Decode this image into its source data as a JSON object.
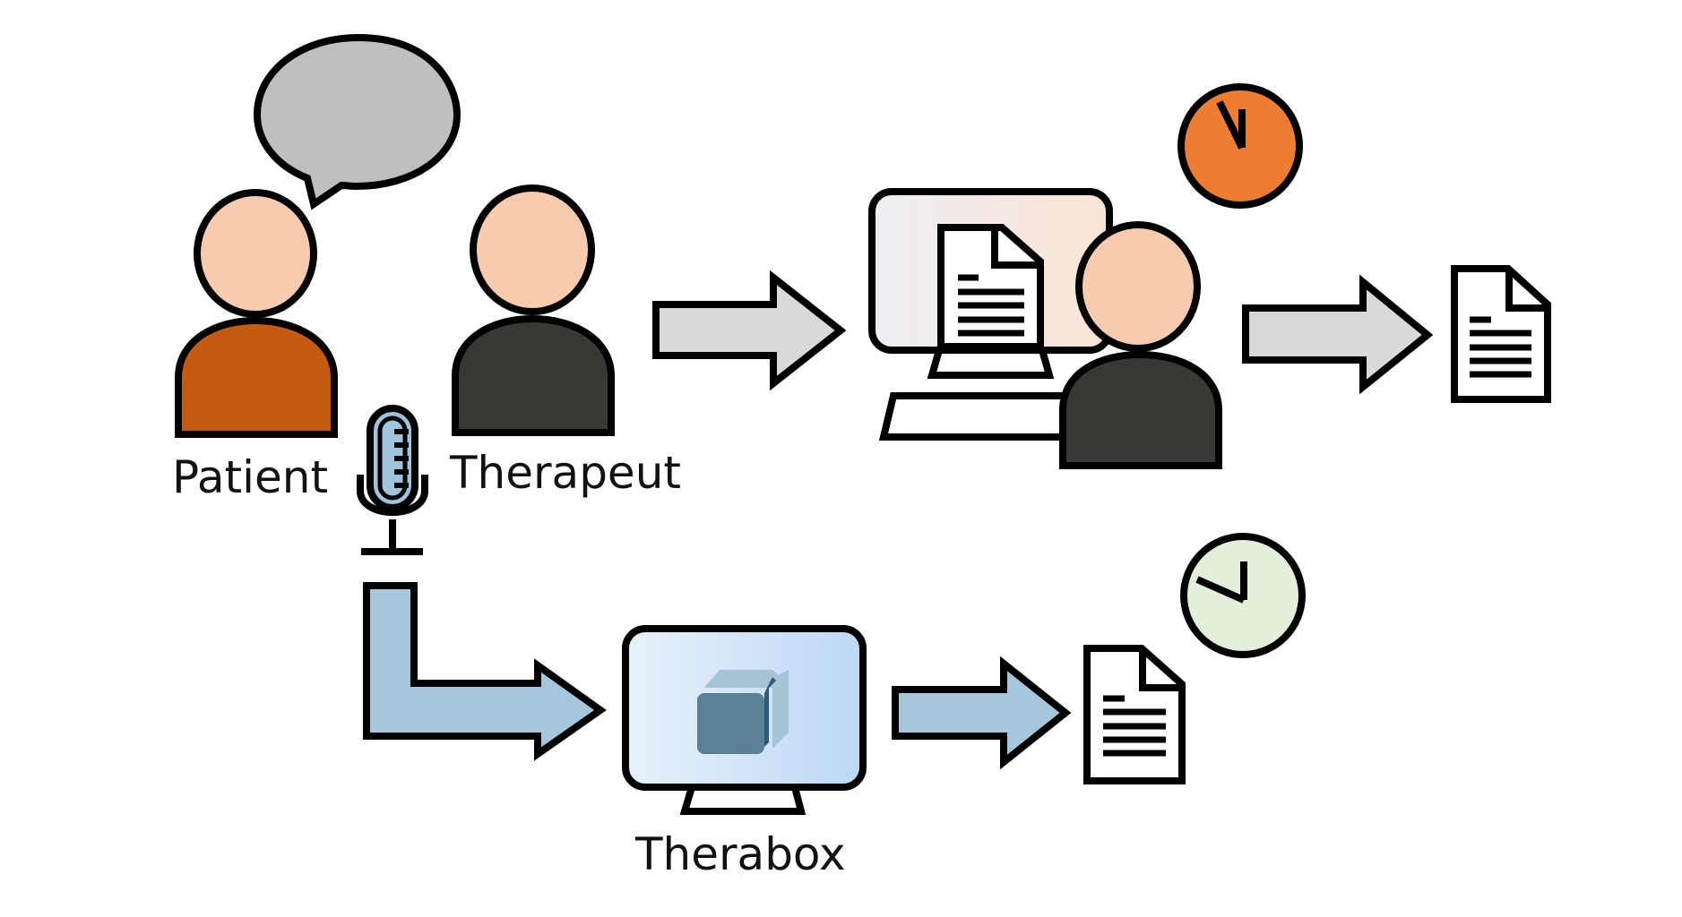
{
  "labels": {
    "patient": "Patient",
    "therapist": "Therapeut",
    "therabox": "Therabox"
  },
  "colors": {
    "outline": "#000000",
    "skin": "#f7cbad",
    "patient_body": "#c55a11",
    "therapist_body": "#3a3835",
    "speech_bubble": "#bfbfbf",
    "manual_arrow": "#d9d9d9",
    "auto_arrow": "#a4c7dc",
    "microphone": "#9fc5dc",
    "clock_manual": "#ed7d31",
    "clock_auto": "#e2efda",
    "cube_front": "#5a7f99",
    "cube_side": "#a6c3d6",
    "cube_top": "#a6c3d6"
  },
  "icons": {
    "speech": "speech-bubble-icon",
    "mic": "microphone-icon",
    "clock": "clock-icon",
    "document": "document-icon",
    "monitor": "monitor-icon",
    "cube": "therabox-cube-icon"
  }
}
